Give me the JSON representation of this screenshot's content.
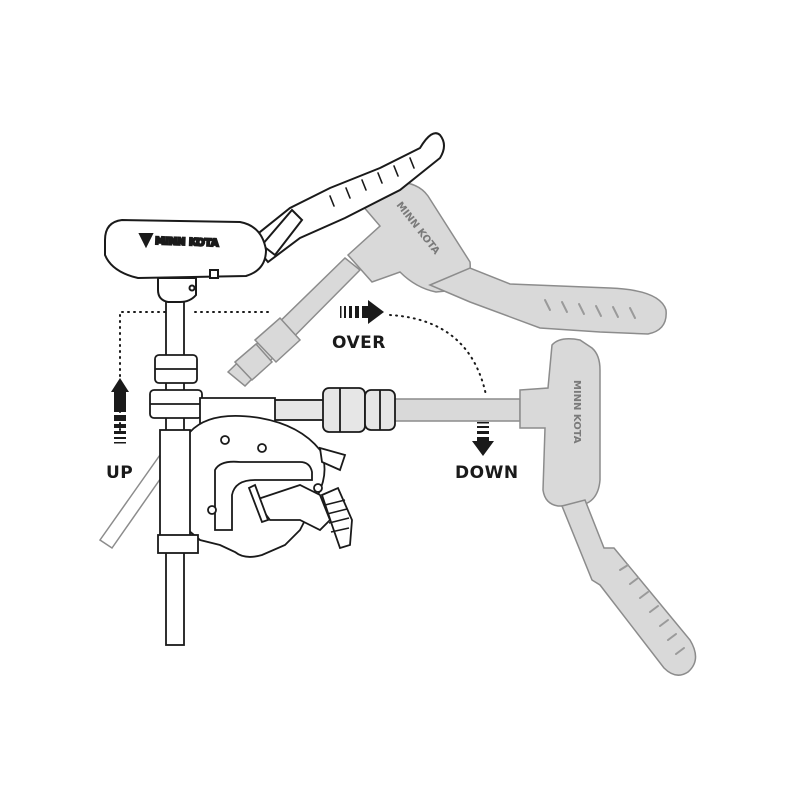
{
  "labels": {
    "up": "UP",
    "over": "OVER",
    "down": "DOWN"
  },
  "brand": {
    "main_head": "MINN KOTA",
    "ghost_mid": "MINN KOTA",
    "ghost_down": "MINN KOTA"
  },
  "colors": {
    "line": "#1a1a1a",
    "ghost_fill": "#d9d9d9",
    "ghost_stroke": "#8c8c8c",
    "background": "#ffffff"
  },
  "icons": [
    "arrow-up-icon",
    "arrow-right-icon",
    "arrow-down-icon",
    "minn-kota-logo-icon"
  ]
}
